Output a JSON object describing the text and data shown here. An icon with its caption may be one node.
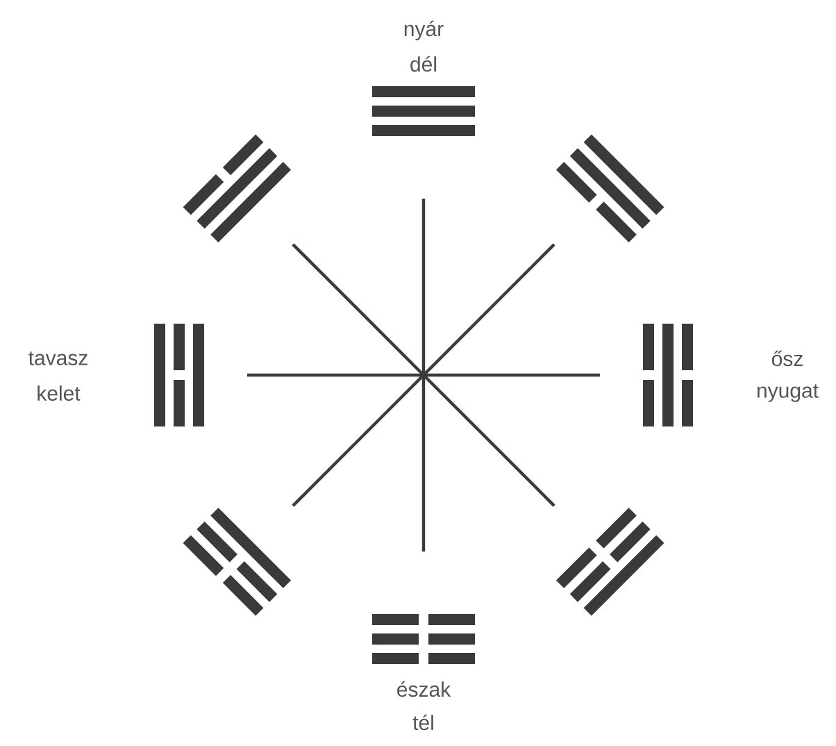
{
  "diagram": {
    "labels": [
      "nyár",
      "dél",
      "tavasz",
      "kelet",
      "ősz",
      "nyugat",
      "észak",
      "tél"
    ]
  }
}
